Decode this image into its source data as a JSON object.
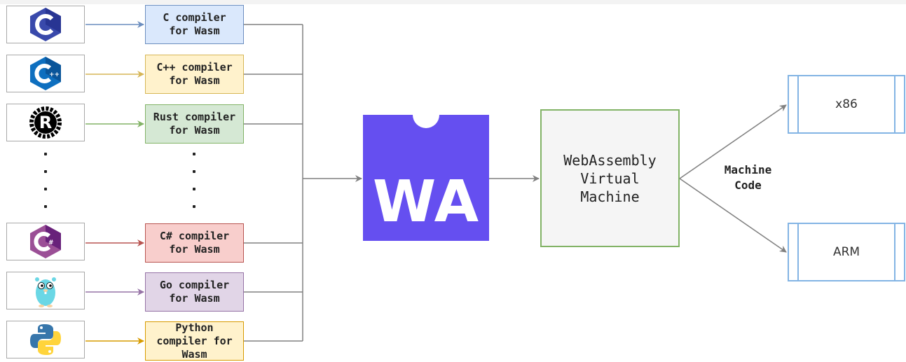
{
  "languages": [
    {
      "icon": "c-language-icon",
      "compiler_label": "C compiler\nfor Wasm",
      "fill": "#dae8fc",
      "stroke": "#6c8ebf"
    },
    {
      "icon": "cpp-language-icon",
      "compiler_label": "C++ compiler\nfor Wasm",
      "fill": "#fff2cc",
      "stroke": "#d6b656"
    },
    {
      "icon": "rust-language-icon",
      "compiler_label": "Rust compiler\nfor Wasm",
      "fill": "#d5e8d4",
      "stroke": "#82b366"
    },
    {
      "icon": "csharp-language-icon",
      "compiler_label": "C# compiler\nfor Wasm",
      "fill": "#f8cecc",
      "stroke": "#b85450"
    },
    {
      "icon": "go-gopher-icon",
      "compiler_label": "Go compiler\nfor Wasm",
      "fill": "#e1d5e7",
      "stroke": "#9673a6"
    },
    {
      "icon": "python-language-icon",
      "compiler_label": "Python\ncompiler for\nWasm",
      "fill": "#fff2cc",
      "stroke": "#d79b00"
    }
  ],
  "wasm_logo": {
    "text": "WA",
    "color": "#654ff0"
  },
  "virtual_machine": {
    "label": "WebAssembly\nVirtual\nMachine"
  },
  "machine_code_label": "Machine\nCode",
  "targets": [
    {
      "label": "x86"
    },
    {
      "label": "ARM"
    }
  ]
}
